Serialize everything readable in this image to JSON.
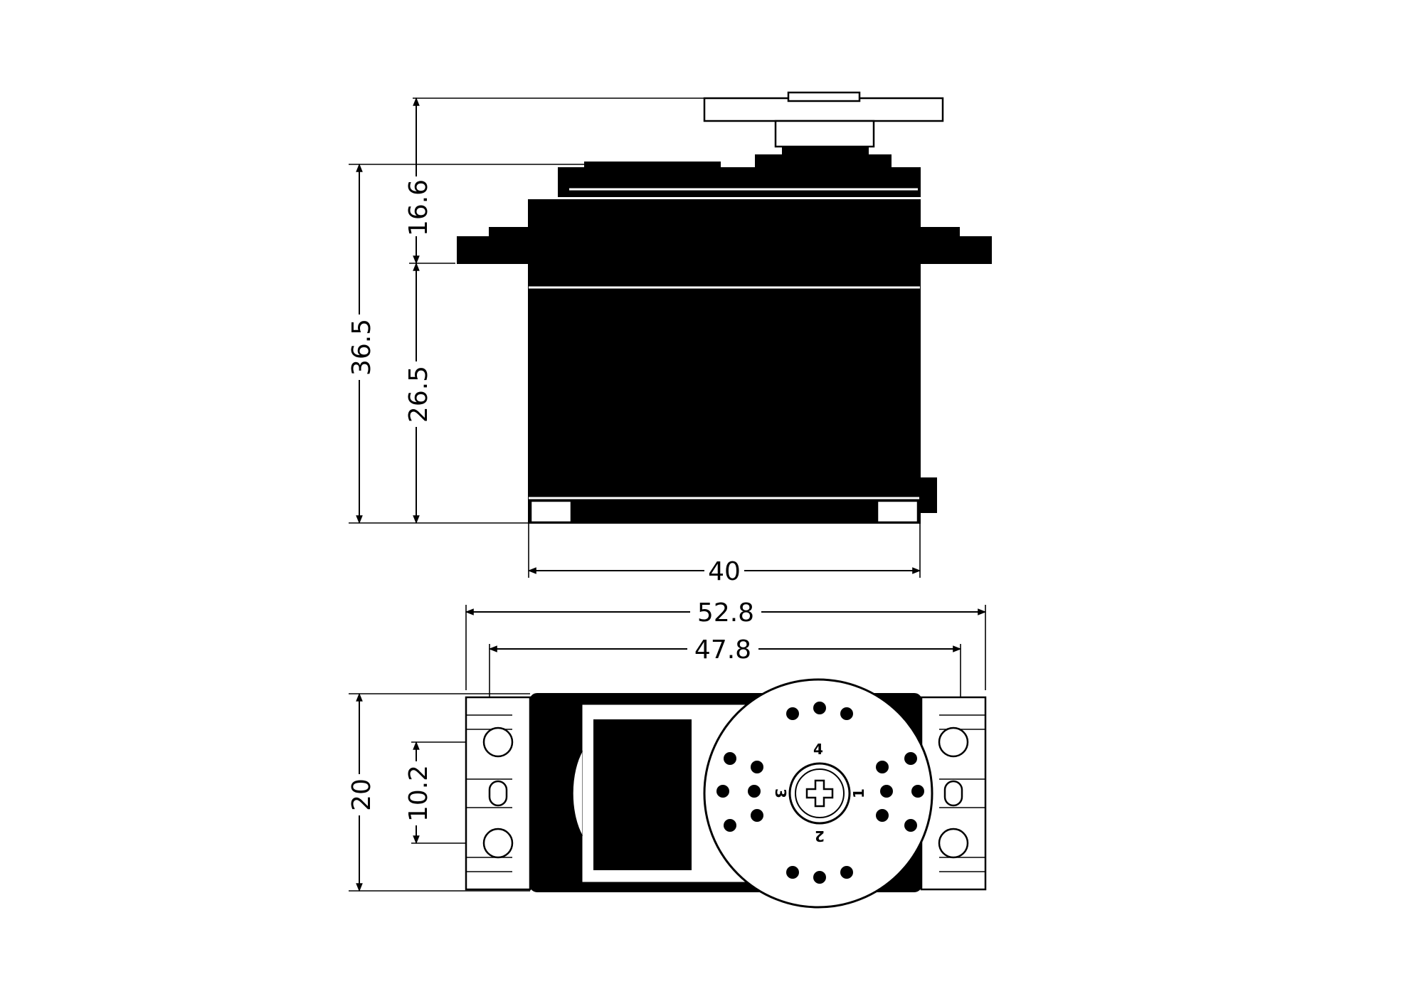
{
  "dimensions": {
    "side_view": {
      "total_height": "36.5",
      "body_height": "26.5",
      "top_height": "16.6",
      "width": "40"
    },
    "top_view": {
      "overall_length": "52.8",
      "mount_hole_spacing": "47.8",
      "body_width": "20",
      "hole_pitch": "10.2"
    }
  },
  "horn_labels": [
    "4",
    "3",
    "1",
    "2"
  ]
}
